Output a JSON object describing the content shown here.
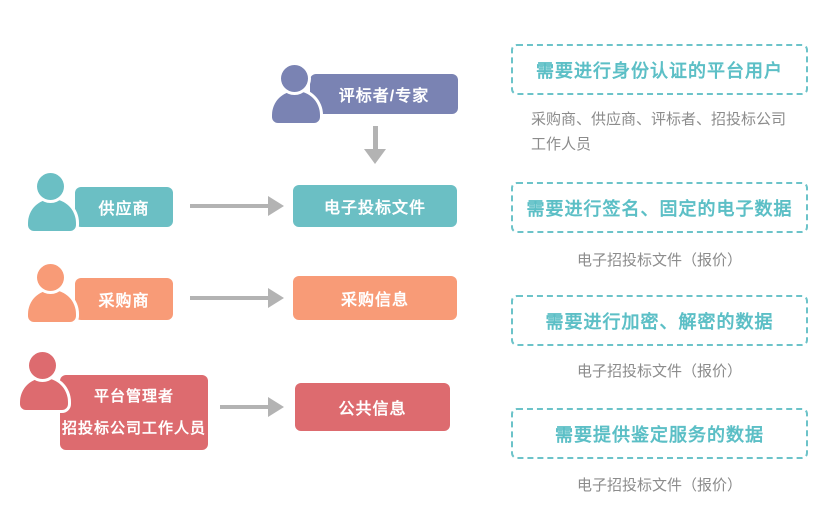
{
  "palette": {
    "purple": "#7A83B3",
    "teal": "#6BBFC4",
    "orange": "#F89B77",
    "red": "#DD6B6F",
    "arrow_gray": "#B3B3B3",
    "dashed_border": "#6CC3C9",
    "title_teal": "#5CBFC6",
    "caption_gray": "#8C8C8C"
  },
  "flows": {
    "expert": {
      "actor_label": "评标者/专家"
    },
    "supplier": {
      "actor_label": "供应商",
      "target_label": "电子投标文件"
    },
    "purchaser": {
      "actor_label": "采购商",
      "target_label": "采购信息"
    },
    "admin": {
      "actor_label_line1": "平台管理者",
      "actor_label_line2": "招投标公司工作人员",
      "target_label": "公共信息"
    }
  },
  "right_sections": [
    {
      "title": "需要进行身份认证的平台用户",
      "caption_line1": "采购商、供应商、评标者、招投标公司",
      "caption_line2": "工作人员"
    },
    {
      "title": "需要进行签名、固定的电子数据",
      "caption": "电子招投标文件（报价）"
    },
    {
      "title": "需要进行加密、解密的数据",
      "caption": "电子招投标文件（报价）"
    },
    {
      "title": "需要提供鉴定服务的数据",
      "caption": "电子招投标文件（报价）"
    }
  ]
}
